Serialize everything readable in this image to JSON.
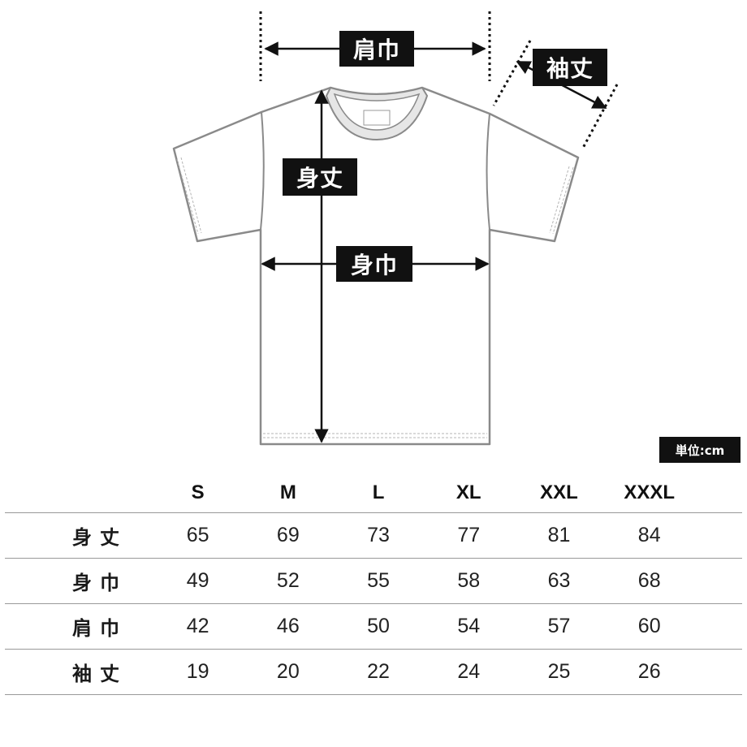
{
  "diagram": {
    "labels": {
      "shoulder_width": "肩巾",
      "sleeve_length": "袖丈",
      "body_length": "身丈",
      "body_width": "身巾"
    },
    "unit": "単位:cm"
  },
  "table": {
    "columns": [
      "S",
      "M",
      "L",
      "XL",
      "XXL",
      "XXXL"
    ],
    "rows": [
      {
        "label": "身丈",
        "values": [
          "65",
          "69",
          "73",
          "77",
          "81",
          "84"
        ]
      },
      {
        "label": "身巾",
        "values": [
          "49",
          "52",
          "55",
          "58",
          "63",
          "68"
        ]
      },
      {
        "label": "肩巾",
        "values": [
          "42",
          "46",
          "50",
          "54",
          "57",
          "60"
        ]
      },
      {
        "label": "袖丈",
        "values": [
          "19",
          "20",
          "22",
          "24",
          "25",
          "26"
        ]
      }
    ]
  }
}
